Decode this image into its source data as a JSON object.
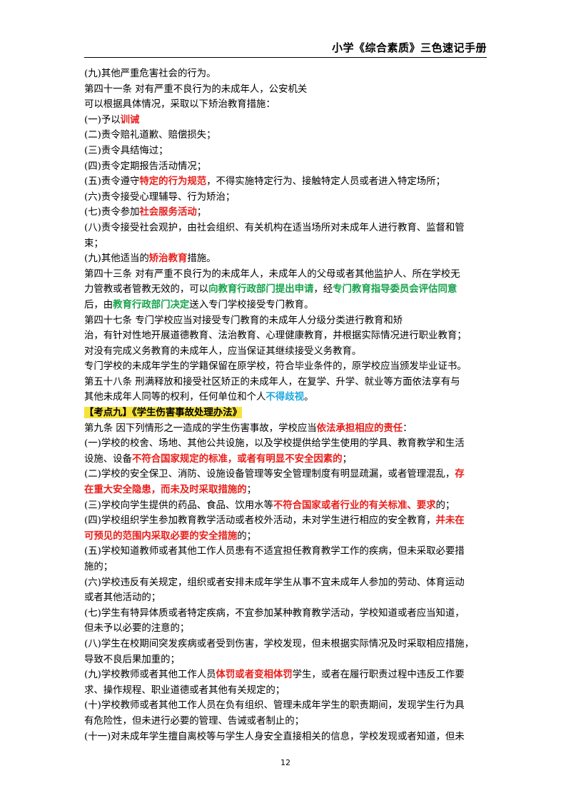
{
  "header": {
    "title": "小学《综合素质》三色速记手册"
  },
  "page_number": "12",
  "colors": {
    "red": "#e8201c",
    "green": "#16a34a",
    "blue": "#1fa8e0",
    "highlight": "#f7e23a"
  },
  "lines": [
    [
      {
        "t": "(九)其他严重危害社会的行为。"
      }
    ],
    [
      {
        "t": "第四十一条  对有严重不良行为的未成年人，公安机关"
      }
    ],
    [
      {
        "t": "可以根据具体情况，采取以下矫治教育措施："
      }
    ],
    [
      {
        "t": "(一)予以"
      },
      {
        "t": "训诫",
        "c": "red"
      }
    ],
    [
      {
        "t": "(二)责令赔礼道歉、赔偿损失；"
      }
    ],
    [
      {
        "t": "(三)责令具结悔过；"
      }
    ],
    [
      {
        "t": "(四)责令定期报告活动情况；"
      }
    ],
    [
      {
        "t": "(五)责令遵守"
      },
      {
        "t": "特定的行为规范",
        "c": "red"
      },
      {
        "t": "，不得实施特定行为、接触特定人员或者进入特定场所；"
      }
    ],
    [
      {
        "t": "(六)责令接受心理辅导、行为矫治；"
      }
    ],
    [
      {
        "t": "(七)责令参加"
      },
      {
        "t": "社会服务活动",
        "c": "red"
      },
      {
        "t": "；"
      }
    ],
    [
      {
        "t": "(八)责令接受社会观护，由社会组织、有关机构在适当场所对未成年人进行教育、监督和管"
      }
    ],
    [
      {
        "t": "束；"
      }
    ],
    [
      {
        "t": "(九)其他适当的"
      },
      {
        "t": "矫治教育",
        "c": "red"
      },
      {
        "t": "措施。"
      }
    ],
    [
      {
        "t": "第四十三条  对有严重不良行为的未成年人，未成年人的父母或者其他监护人、所在学校无"
      }
    ],
    [
      {
        "t": "力管教或者管教无效的，可以"
      },
      {
        "t": "向教育行政部门提出申请",
        "c": "green"
      },
      {
        "t": "，经"
      },
      {
        "t": "专门教育指导委员会评估同意",
        "c": "green"
      }
    ],
    [
      {
        "t": "后，由"
      },
      {
        "t": "教育行政部门决定",
        "c": "green"
      },
      {
        "t": "送入专门学校接受专门教育。"
      }
    ],
    [
      {
        "t": "第四十七条  专门学校应当对接受专门教育的未成年人分级分类进行教育和矫"
      }
    ],
    [
      {
        "t": "治，有针对性地开展道德教育、法治教育、心理健康教育，并根据实际情况进行职业教育；"
      }
    ],
    [
      {
        "t": "对没有完成义务教育的未成年人，应当保证其继续接受义务教育。"
      }
    ],
    [
      {
        "t": "专门学校的未成年学生的学籍保留在原学校，符合毕业条件的，原学校应当颁发毕业证书。"
      }
    ],
    [
      {
        "t": "第五十八条  刑满释放和接受社区矫正的未成年人，在复学、升学、就业等方面依法享有与"
      }
    ],
    [
      {
        "t": "其他未成年人同等的权利，任何单位和个人"
      },
      {
        "t": "不得歧视",
        "c": "blue"
      },
      {
        "t": "。"
      }
    ],
    [
      {
        "t": "【考点九】《学生伤害事故处理办法》",
        "c": "hl"
      }
    ],
    [
      {
        "t": "第九条  因下列情形之一造成的学生伤害事故，学校应当"
      },
      {
        "t": "依法承担相应的责任",
        "c": "red"
      },
      {
        "t": "："
      }
    ],
    [
      {
        "t": "(一)学校的校舍、场地、其他公共设施，以及学校提供给学生使用的学具、教育教学和生活"
      }
    ],
    [
      {
        "t": "设施、设备"
      },
      {
        "t": "不符合国家规定的标准，或者有明显不安全因素的",
        "c": "red"
      },
      {
        "t": "；"
      }
    ],
    [
      {
        "t": "(二)学校的安全保卫、消防、设施设备管理等安全管理制度有明显疏漏，或者管理混乱，"
      },
      {
        "t": "存",
        "c": "red"
      }
    ],
    [
      {
        "t": "在重大安全隐患，而未及时采取措施的",
        "c": "red"
      },
      {
        "t": "；"
      }
    ],
    [
      {
        "t": "(三)学校向学生提供的药品、食品、饮用水等"
      },
      {
        "t": "不符合国家或者行业的有关标准、要求",
        "c": "red"
      },
      {
        "t": "的；"
      }
    ],
    [
      {
        "t": "(四)学校组织学生参加教育教学活动或者校外活动，未对学生进行相应的安全教育，"
      },
      {
        "t": "并未在",
        "c": "red"
      }
    ],
    [
      {
        "t": "可预见的范围内采取必要的安全措施",
        "c": "red"
      },
      {
        "t": "的；"
      }
    ],
    [
      {
        "t": "(五)学校知道教师或者其他工作人员患有不适宜担任教育教学工作的疾病，但未采取必要措"
      }
    ],
    [
      {
        "t": "施的；"
      }
    ],
    [
      {
        "t": "(六)学校违反有关规定，组织或者安排未成年学生从事不宜未成年人参加的劳动、体育运动"
      }
    ],
    [
      {
        "t": "或者其他活动的；"
      }
    ],
    [
      {
        "t": "(七)学生有特异体质或者特定疾病，不宜参加某种教育教学活动，学校知道或者应当知道，"
      }
    ],
    [
      {
        "t": "但未予以必要的注意的；"
      }
    ],
    [
      {
        "t": "(八)学生在校期间突发疾病或者受到伤害，学校发现，但未根据实际情况及时采取相应措施，"
      }
    ],
    [
      {
        "t": "导致不良后果加重的；"
      }
    ],
    [
      {
        "t": "(九)学校教师或者其他工作人员"
      },
      {
        "t": "体罚或者变相体罚",
        "c": "red"
      },
      {
        "t": "学生，或者在履行职责过程中违反工作要"
      }
    ],
    [
      {
        "t": "求、操作规程、职业道德或者其他有关规定的；"
      }
    ],
    [
      {
        "t": "(十)学校教师或者其他工作人员在负有组织、管理未成年学生的职责期间，发现学生行为具"
      }
    ],
    [
      {
        "t": "有危险性，但未进行必要的管理、告诫或者制止的；"
      }
    ],
    [
      {
        "t": "(十一)对未成年学生擅自离校等与学生人身安全直接相关的信息，学校发现或者知道，但未"
      }
    ]
  ]
}
